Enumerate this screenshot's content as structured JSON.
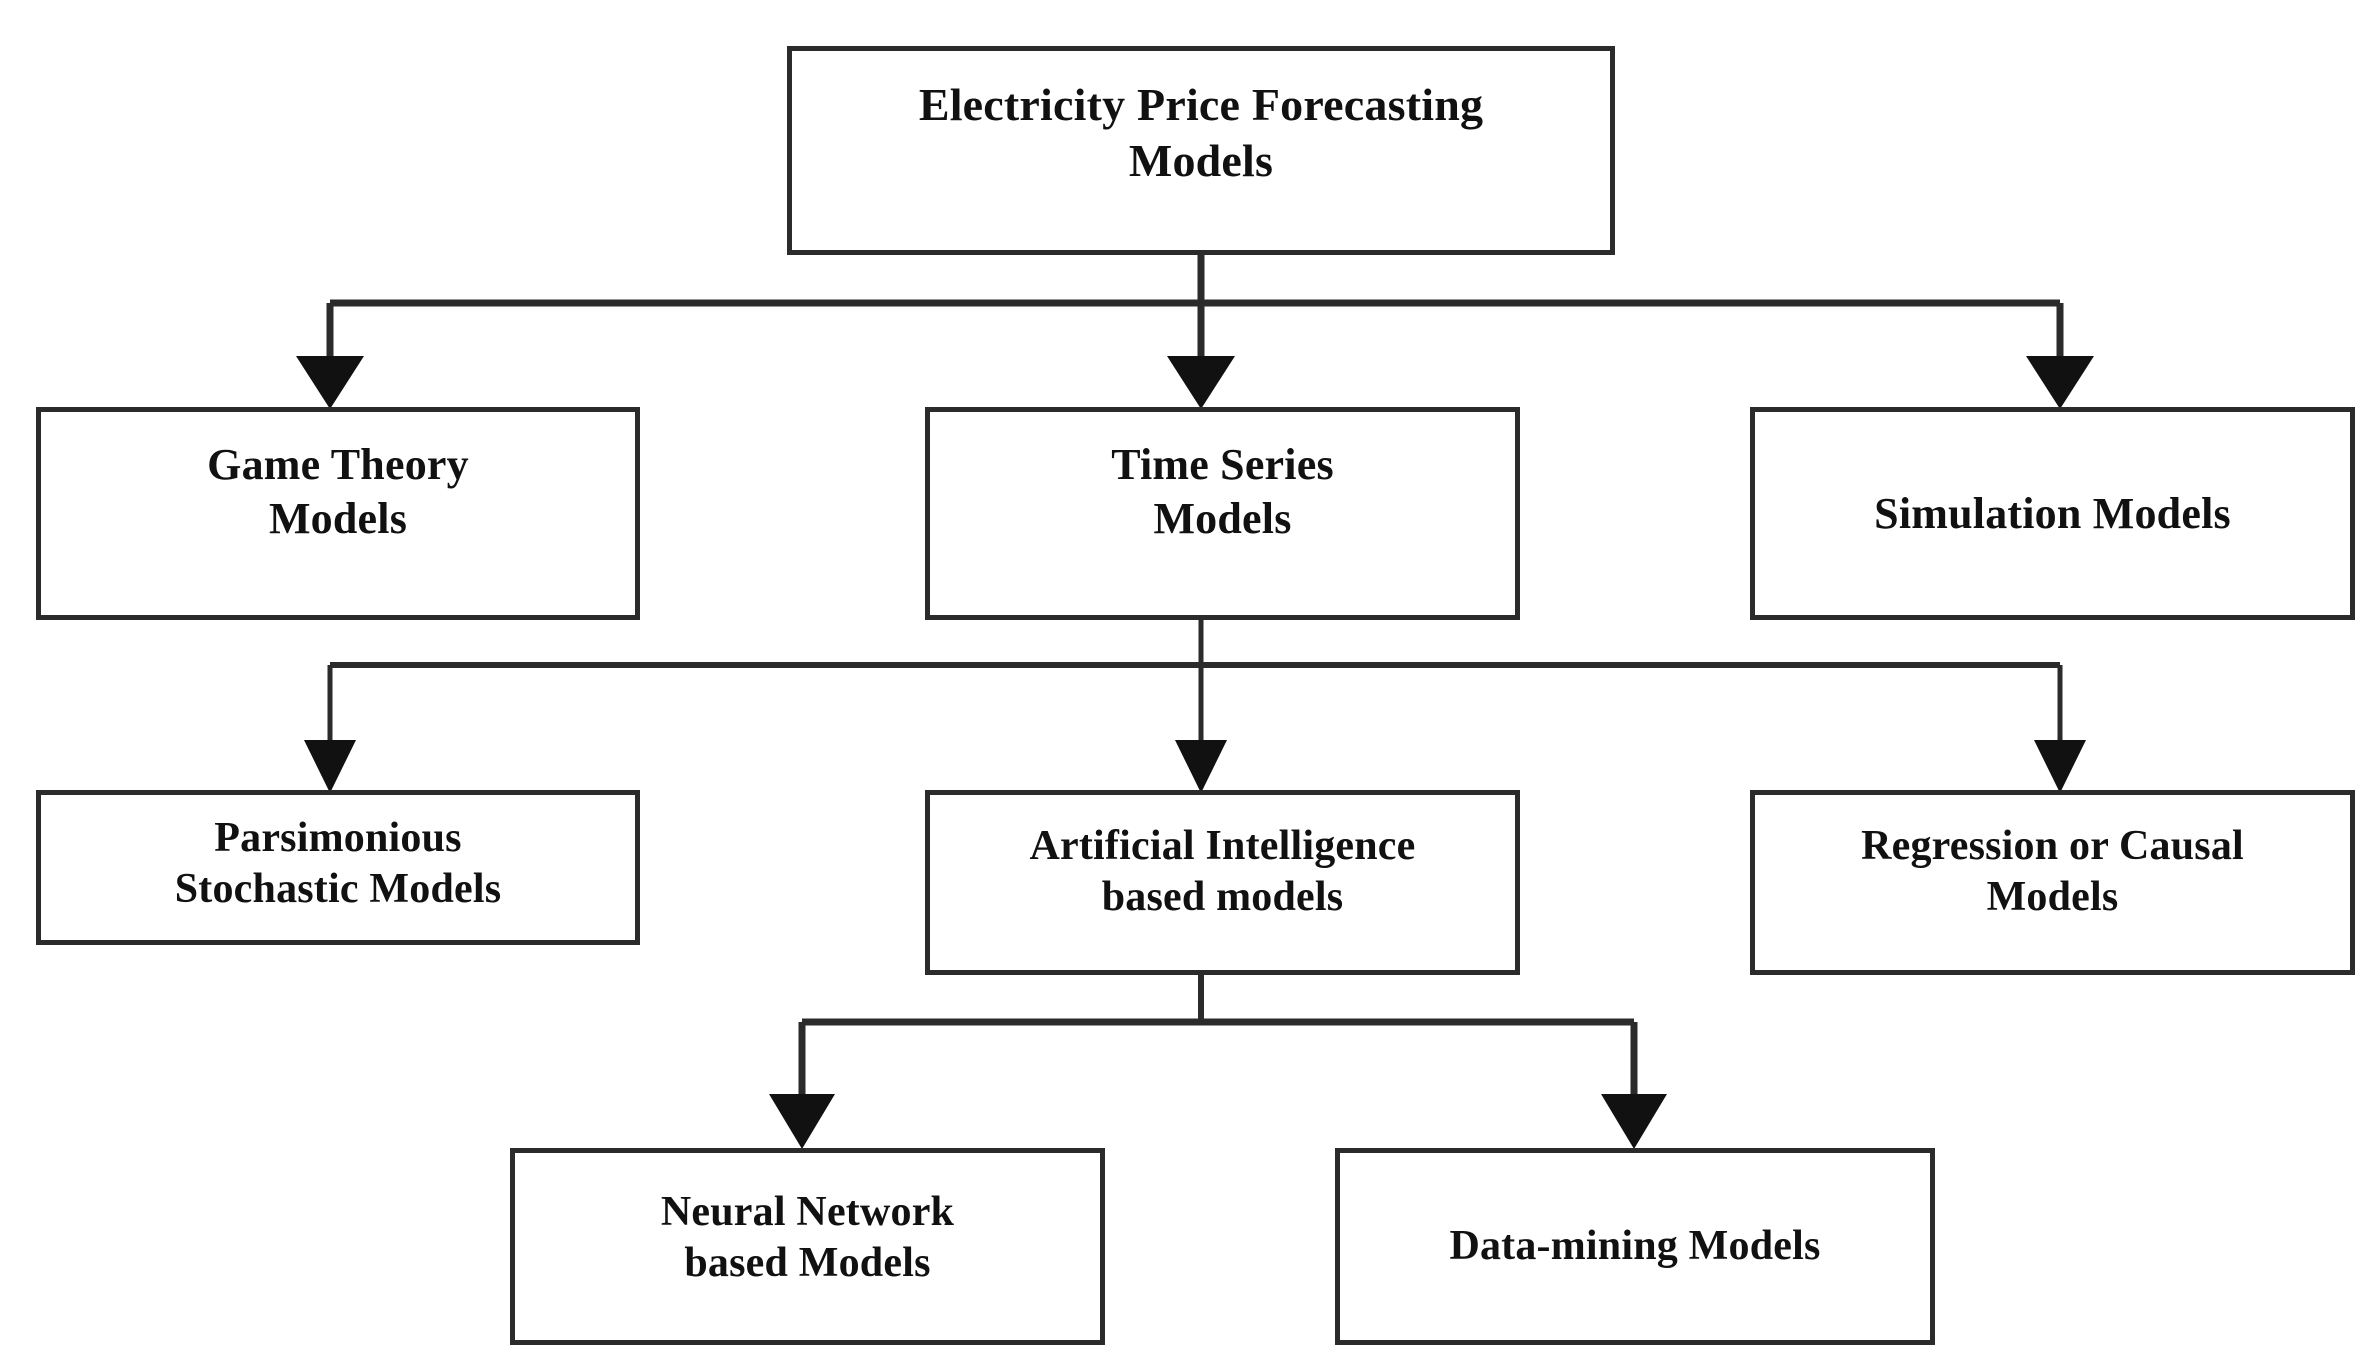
{
  "figure": {
    "title": "Electricity Price Forecasting Models taxonomy",
    "background_color": "#ffffff",
    "line_color": "#2b2b2b",
    "text_color": "#111111"
  },
  "nodes": {
    "root": {
      "label": "Electricity Price Forecasting\nModels"
    },
    "game_theory": {
      "label": "Game Theory\nModels"
    },
    "time_series": {
      "label": "Time Series\nModels"
    },
    "simulation": {
      "label": "Simulation Models"
    },
    "parsimonious": {
      "label": "Parsimonious\nStochastic Models"
    },
    "artificial_intelligence": {
      "label": "Artificial Intelligence\nbased models"
    },
    "regression": {
      "label": "Regression or Causal\nModels"
    },
    "neural_network": {
      "label": "Neural Network\nbased Models"
    },
    "data_mining": {
      "label": "Data-mining Models"
    }
  },
  "edges": [
    {
      "from": "root",
      "to": "game_theory"
    },
    {
      "from": "root",
      "to": "time_series"
    },
    {
      "from": "root",
      "to": "simulation"
    },
    {
      "from": "time_series",
      "to": "parsimonious"
    },
    {
      "from": "time_series",
      "to": "artificial_intelligence"
    },
    {
      "from": "time_series",
      "to": "regression"
    },
    {
      "from": "artificial_intelligence",
      "to": "neural_network"
    },
    {
      "from": "artificial_intelligence",
      "to": "data_mining"
    }
  ]
}
